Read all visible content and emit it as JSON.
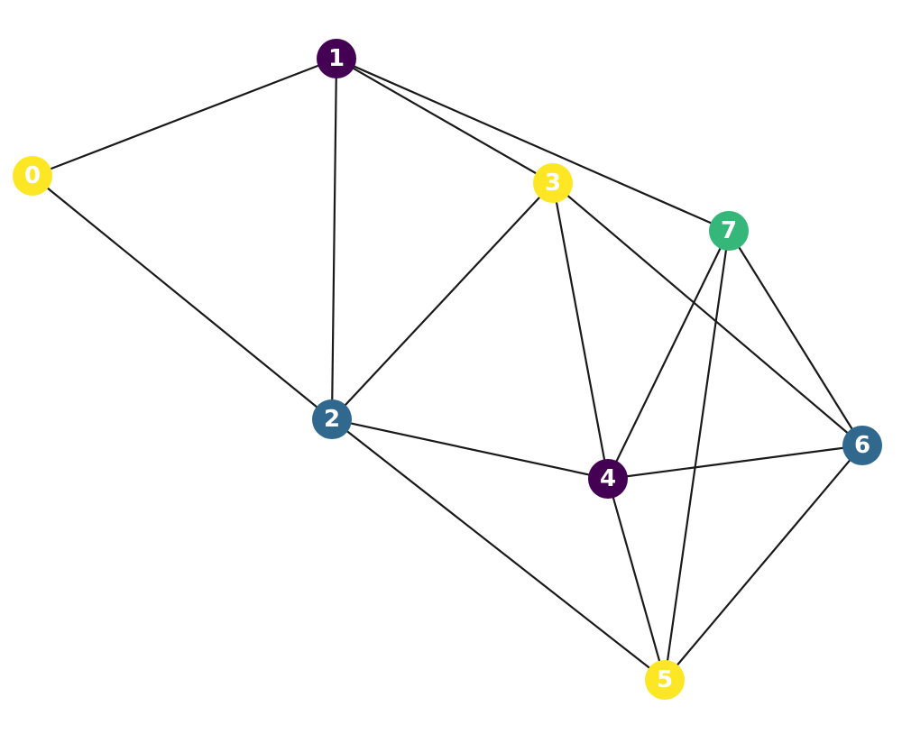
{
  "graph": {
    "palette": {
      "yellow": "#fde725",
      "purple": "#440154",
      "blue": "#31688e",
      "green": "#35b779",
      "edge": "#1a1a1a",
      "label": "#ffffff"
    },
    "nodes": [
      {
        "id": "0",
        "label": "0",
        "color": "yellow"
      },
      {
        "id": "1",
        "label": "1",
        "color": "purple"
      },
      {
        "id": "2",
        "label": "2",
        "color": "blue"
      },
      {
        "id": "3",
        "label": "3",
        "color": "yellow"
      },
      {
        "id": "4",
        "label": "4",
        "color": "purple"
      },
      {
        "id": "5",
        "label": "5",
        "color": "yellow"
      },
      {
        "id": "6",
        "label": "6",
        "color": "blue"
      },
      {
        "id": "7",
        "label": "7",
        "color": "green"
      }
    ],
    "edges": [
      [
        "0",
        "1"
      ],
      [
        "0",
        "2"
      ],
      [
        "1",
        "2"
      ],
      [
        "1",
        "3"
      ],
      [
        "1",
        "7"
      ],
      [
        "2",
        "3"
      ],
      [
        "2",
        "4"
      ],
      [
        "2",
        "5"
      ],
      [
        "3",
        "4"
      ],
      [
        "3",
        "6"
      ],
      [
        "4",
        "5"
      ],
      [
        "4",
        "6"
      ],
      [
        "4",
        "7"
      ],
      [
        "5",
        "6"
      ],
      [
        "5",
        "7"
      ],
      [
        "6",
        "7"
      ]
    ]
  }
}
